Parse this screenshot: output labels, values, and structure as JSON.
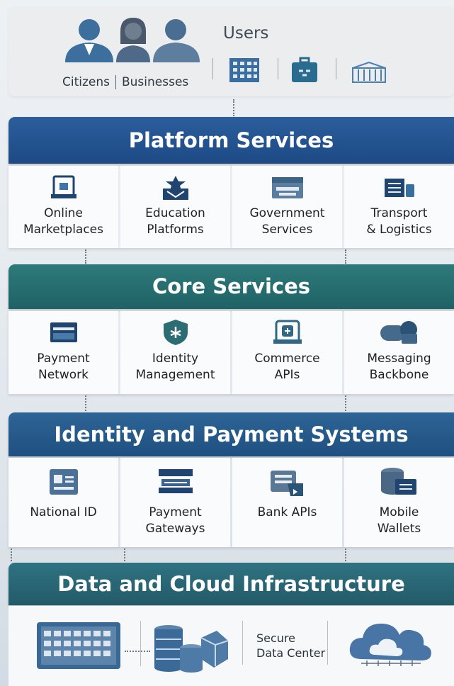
{
  "users": {
    "title": "Users",
    "citizens": "Citizens",
    "businesses": "Businesses",
    "icons": [
      "person-icon",
      "person-icon",
      "person-icon",
      "office-building-icon",
      "briefcase-icon",
      "government-building-icon"
    ]
  },
  "layers": [
    {
      "title": "Platform Services",
      "color": "#1f4d88",
      "items": [
        {
          "line1": "Online",
          "line2": "Marketplaces",
          "icon": "storefront-icon"
        },
        {
          "line1": "Education",
          "line2": "Platforms",
          "icon": "graduation-cap-icon"
        },
        {
          "line1": "Government",
          "line2": "Services",
          "icon": "government-icon"
        },
        {
          "line1": "Transport",
          "line2": "& Logistics",
          "icon": "truck-icon"
        }
      ]
    },
    {
      "title": "Core Services",
      "color": "#226468",
      "items": [
        {
          "line1": "Payment",
          "line2": "Network",
          "icon": "card-icon"
        },
        {
          "line1": "Identity",
          "line2": "Management",
          "icon": "shield-icon"
        },
        {
          "line1": "Commerce",
          "line2": "APIs",
          "icon": "api-icon"
        },
        {
          "line1": "Messaging",
          "line2": "Backbone",
          "icon": "message-icon"
        }
      ]
    },
    {
      "title": "Identity and Payment Systems",
      "color": "#215283",
      "items": [
        {
          "line1": "National ID",
          "line2": "",
          "icon": "id-card-icon"
        },
        {
          "line1": "Payment",
          "line2": "Gateways",
          "icon": "terminal-icon"
        },
        {
          "line1": "Bank APIs",
          "line2": "",
          "icon": "bank-api-icon"
        },
        {
          "line1": "Mobile",
          "line2": "Wallets",
          "icon": "wallet-icon"
        }
      ]
    },
    {
      "title": "Data and Cloud Infrastructure",
      "color": "#245c6a",
      "items": []
    }
  ],
  "infra": {
    "secure_line1": "Secure",
    "secure_line2": "Data Center",
    "icons": [
      "server-rack-icon",
      "database-icon",
      "cloud-icon"
    ]
  }
}
